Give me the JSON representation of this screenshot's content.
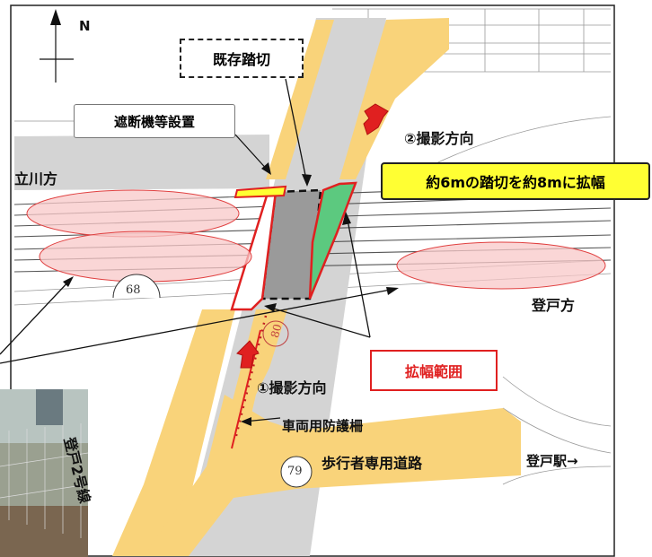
{
  "compass": {
    "label": "N"
  },
  "callouts": {
    "existing_crossing": "既存踏切",
    "barrier_install": "遮断機等設置",
    "direction_2": "②撮影方向",
    "widening_note": "約6mの踏切を約8mに拡幅",
    "widening_range": "拡幅範囲",
    "direction_1": "①撮影方向",
    "vehicle_fence": "車両用防護柵",
    "pedestrian_road": "歩行者専用道路",
    "station": "登戸駅→"
  },
  "directions": {
    "west": "立川方",
    "east": "登戸方"
  },
  "road_name": "登戸2号線",
  "map_numbers": {
    "n68": "68",
    "n79": "79",
    "n80": "80"
  },
  "colors": {
    "road_proposed": "#f9d37a",
    "road_existing": "#d4d4d4",
    "crossing": "#9a9a9a",
    "widening_green": "#5cc97f",
    "accent_red": "#e02020",
    "note_yellow": "#ffff33"
  },
  "icons": [
    "north-arrow-icon",
    "camera-direction-arrow-icon",
    "camera-direction-arrow-icon"
  ]
}
